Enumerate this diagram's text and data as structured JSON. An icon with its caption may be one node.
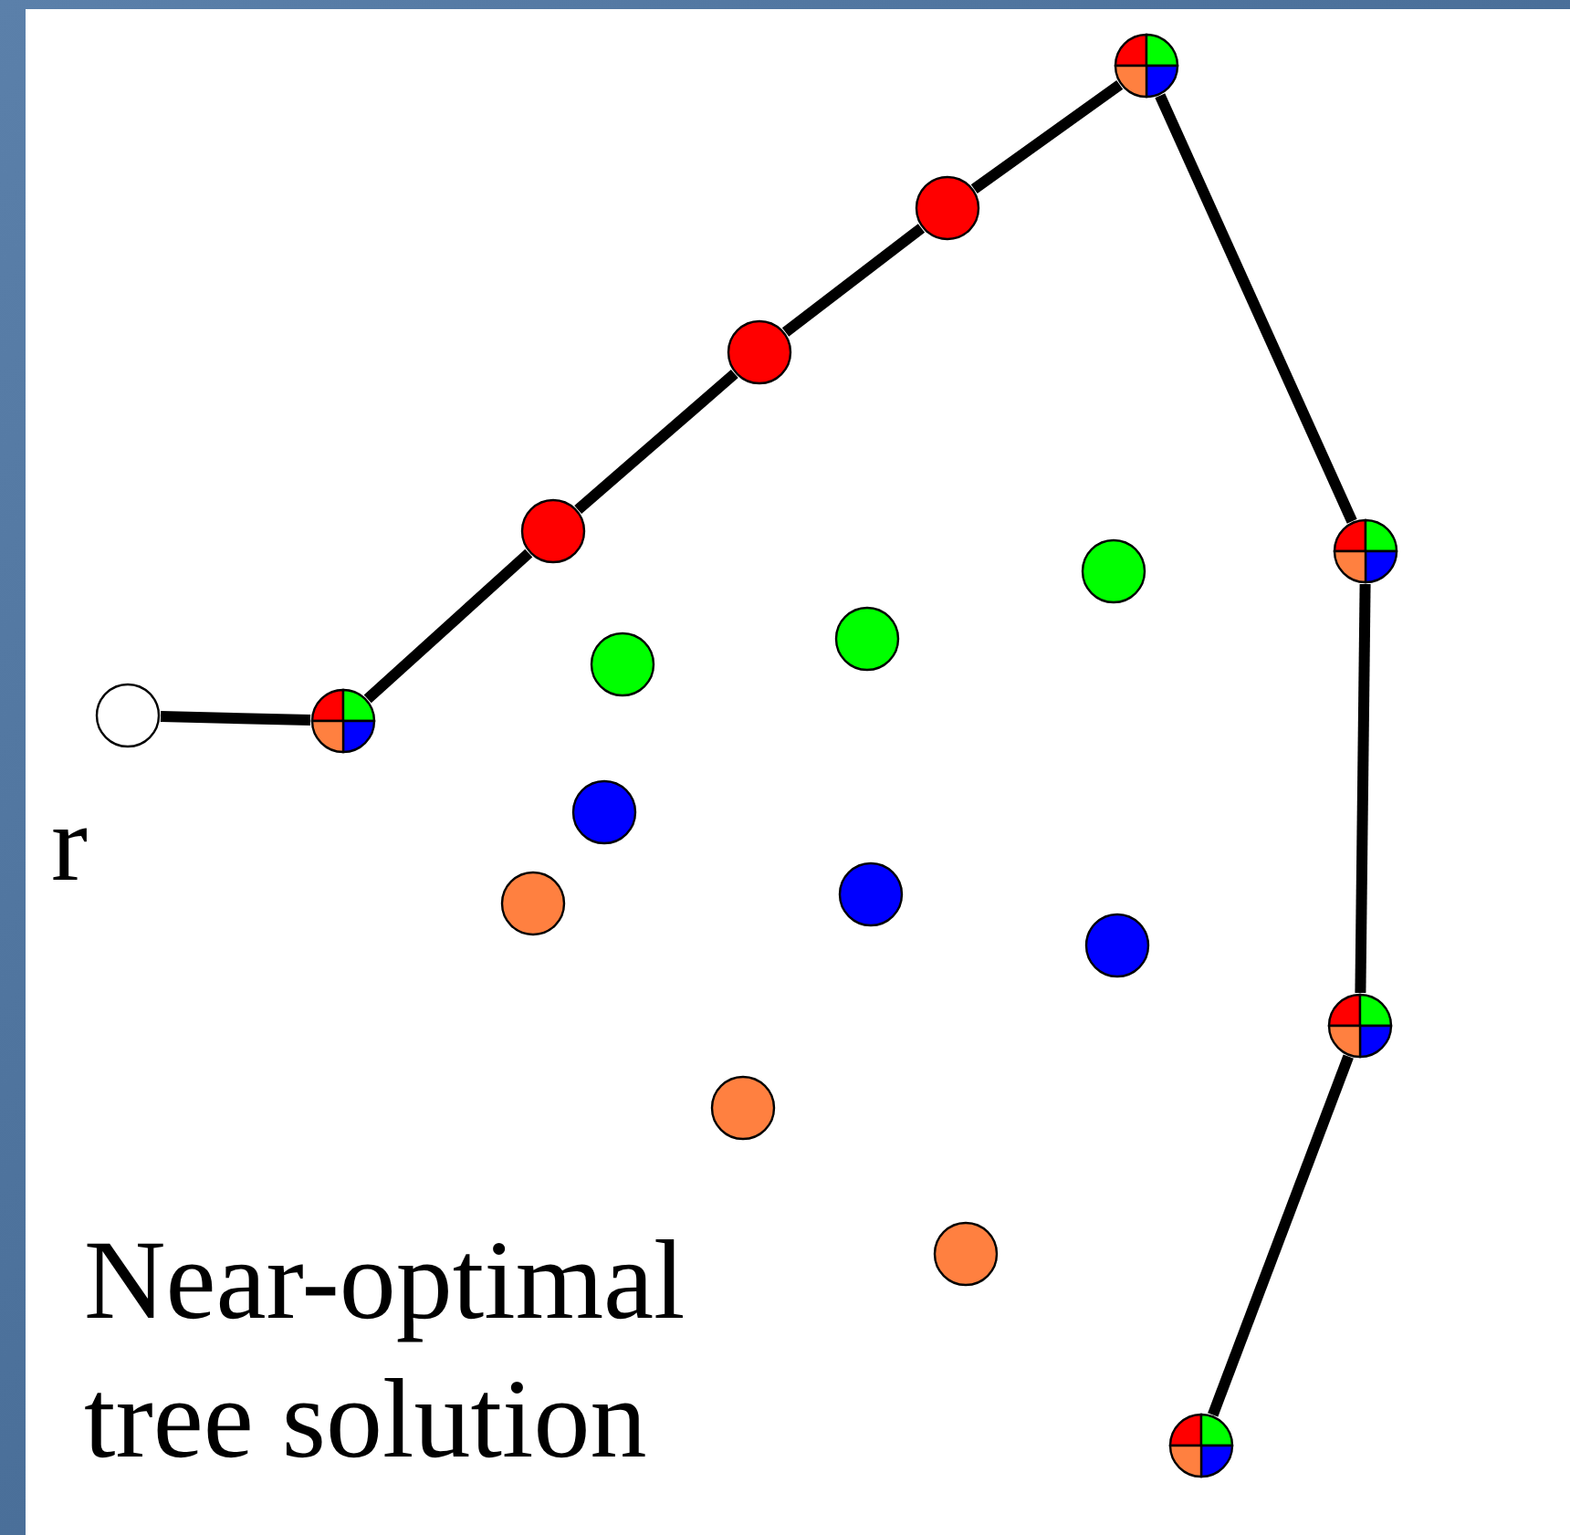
{
  "diagram": {
    "nodes": [
      {
        "text": [],
        "shape": "circle",
        "beside": [
          "r"
        ]
      },
      {
        "text": [],
        "shape": "circle"
      },
      {
        "text": [],
        "shape": "circle"
      },
      {
        "text": [],
        "shape": "circle"
      },
      {
        "text": [],
        "shape": "circle"
      },
      {
        "text": [],
        "shape": "circle"
      },
      {
        "text": [],
        "shape": "circle"
      },
      {
        "text": [],
        "shape": "circle"
      },
      {
        "text": [],
        "shape": "circle"
      },
      {
        "text": [],
        "shape": "circle"
      },
      {
        "text": [],
        "shape": "circle"
      },
      {
        "text": [],
        "shape": "circle"
      },
      {
        "text": [],
        "shape": "circle"
      },
      {
        "text": [],
        "shape": "circle"
      },
      {
        "text": [],
        "shape": "circle"
      },
      {
        "text": [],
        "shape": "circle"
      },
      {
        "text": [],
        "shape": "circle"
      },
      {
        "text": [],
        "shape": "circle"
      }
    ],
    "edges": [
      {
        "from": 0,
        "to": 1,
        "arrow": "none"
      },
      {
        "from": 1,
        "to": 2,
        "arrow": "none"
      },
      {
        "from": 2,
        "to": 3,
        "arrow": "none"
      },
      {
        "from": 3,
        "to": 4,
        "arrow": "none"
      },
      {
        "from": 4,
        "to": 5,
        "arrow": "none"
      },
      {
        "from": 5,
        "to": 6,
        "arrow": "none"
      },
      {
        "from": 6,
        "to": 7,
        "arrow": "none"
      },
      {
        "from": 7,
        "to": 8,
        "arrow": "none"
      }
    ],
    "labels": [
      "Near-optimal tree solution"
    ]
  }
}
